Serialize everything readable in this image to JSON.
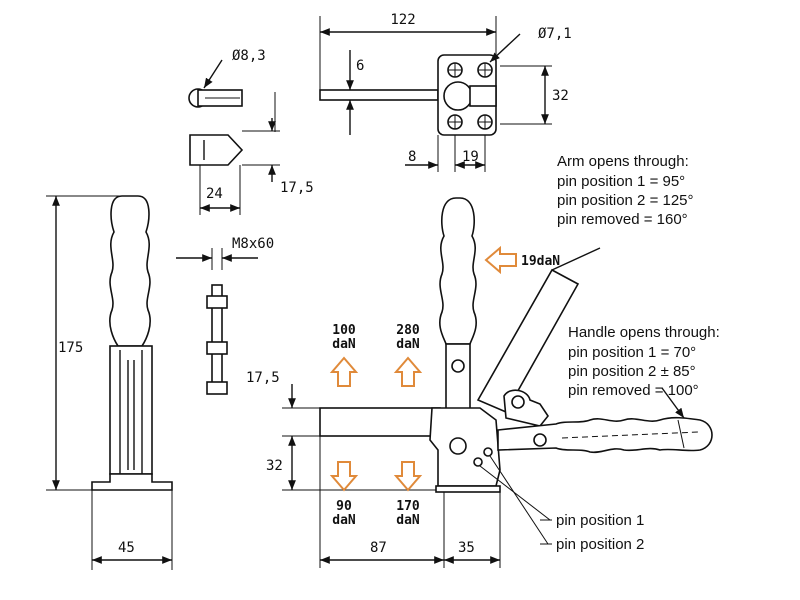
{
  "dimensions": {
    "overall_length": "122",
    "hole_diameter": "Ø7,1",
    "pin_diameter": "Ø8,3",
    "base_offset": "6",
    "base_width": "32",
    "base_edge": "8",
    "base_depth": "19",
    "spindle_width": "24",
    "spindle_height": "17,5",
    "spindle_thread": "M8x60",
    "total_height": "175",
    "foot_width": "45",
    "arm_height": "17,5",
    "foot_height": "32",
    "arm_reach": "87",
    "base_length": "35"
  },
  "forces": {
    "holding": "19daN",
    "up_left_value": "100",
    "up_left_unit": "daN",
    "up_right_value": "280",
    "up_right_unit": "daN",
    "down_left_value": "90",
    "down_left_unit": "daN",
    "down_right_value": "170",
    "down_right_unit": "daN",
    "arrow_color": "#e08a3a"
  },
  "notes": {
    "arm_title": "Arm opens through:",
    "arm_lines": [
      "pin position 1 = 95°",
      "pin position 2 = 125°",
      "pin removed  = 160°"
    ],
    "handle_title": "Handle opens through:",
    "handle_lines": [
      "pin position 1 = 70°",
      "pin position 2 ± 85°",
      "pin removed  = 100°"
    ]
  },
  "callouts": {
    "pin1": "pin position 1",
    "pin2": "pin position 2"
  }
}
